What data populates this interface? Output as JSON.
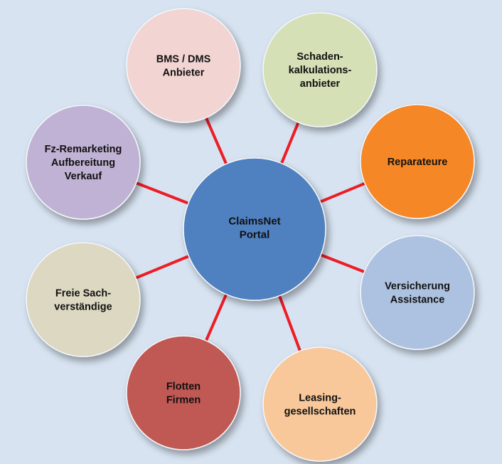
{
  "background_color": "#d7e3f1",
  "connector_color": "#ee1c25",
  "center": {
    "lines": [
      "ClaimsNet",
      "Portal"
    ],
    "color": "#5080bf"
  },
  "nodes": [
    {
      "id": "bms-dms",
      "lines": [
        "BMS / DMS",
        "Anbieter"
      ],
      "color": "#f2d4d3"
    },
    {
      "id": "schadenkalkulation",
      "lines": [
        "Schaden-",
        "kalkulations-",
        "anbieter"
      ],
      "color": "#d5e0b6"
    },
    {
      "id": "reparateure",
      "lines": [
        "Reparateure"
      ],
      "color": "#f58727"
    },
    {
      "id": "versicherung",
      "lines": [
        "Versicherung",
        "Assistance"
      ],
      "color": "#adc2e0"
    },
    {
      "id": "leasing",
      "lines": [
        "Leasing-",
        "gesellschaften"
      ],
      "color": "#f8c89b"
    },
    {
      "id": "flotten",
      "lines": [
        "Flotten",
        "Firmen"
      ],
      "color": "#c05853"
    },
    {
      "id": "freie-sachverstaendige",
      "lines": [
        "Freie Sach-",
        "verständige"
      ],
      "color": "#dcd8c1"
    },
    {
      "id": "fz-remarketing",
      "lines": [
        "Fz-Remarketing",
        "Aufbereitung",
        "Verkauf"
      ],
      "color": "#c0b2d4"
    }
  ]
}
